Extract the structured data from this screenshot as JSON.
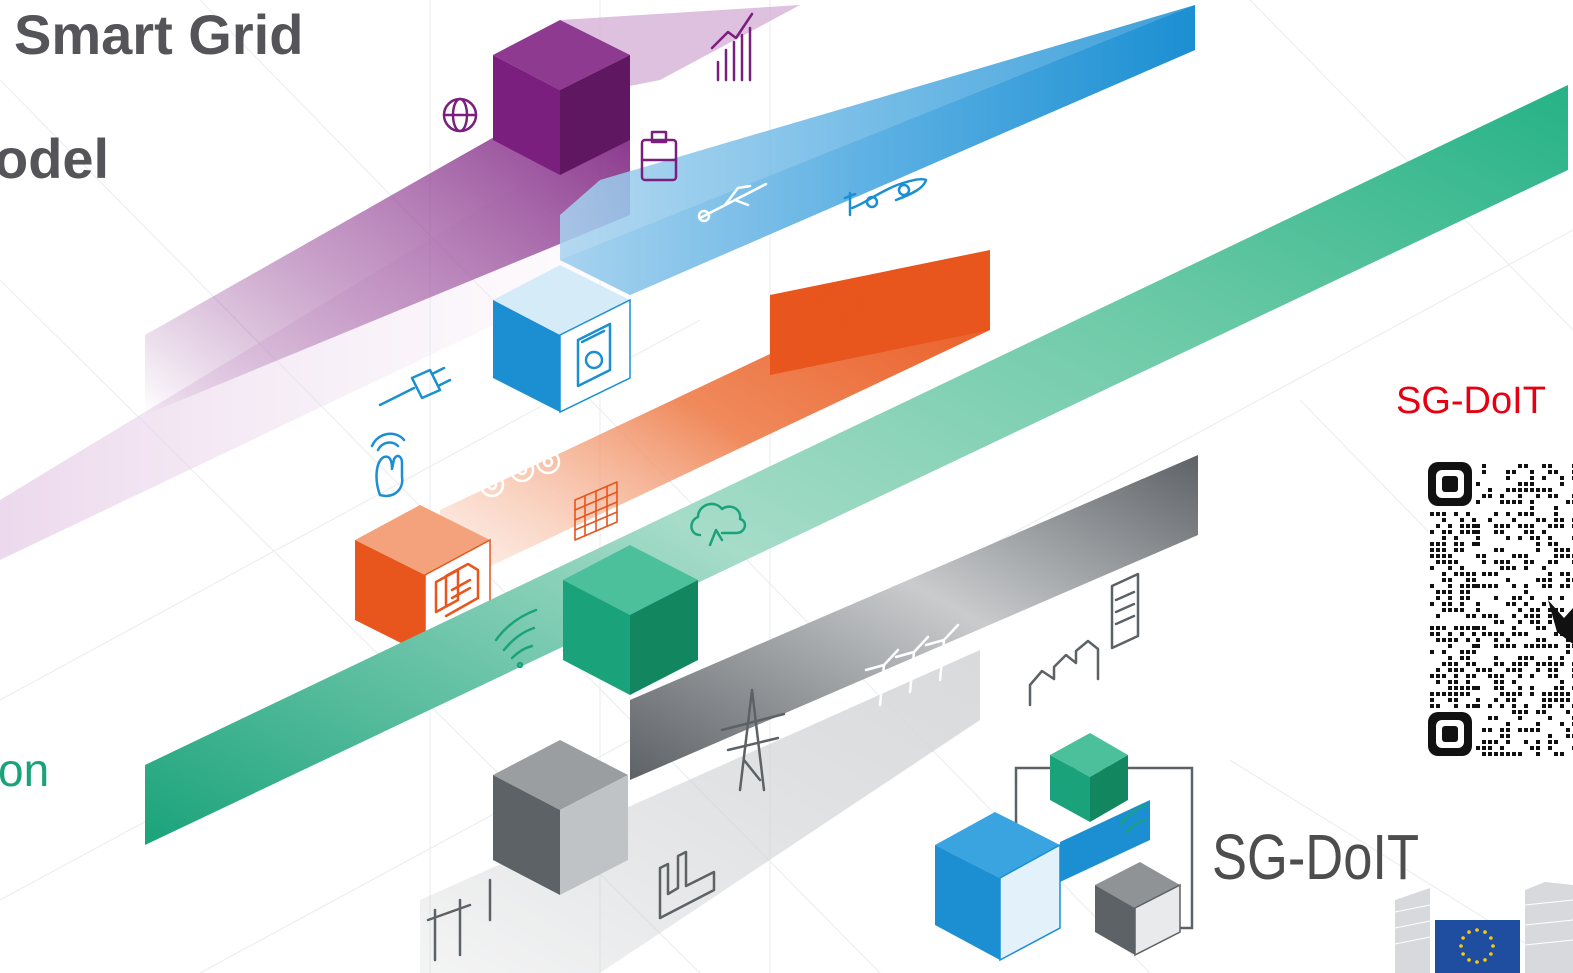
{
  "heading": {
    "line1": "Smart Grid",
    "line2": "odel"
  },
  "side_text": {
    "green_fragment": "on",
    "qr_caption": "SG-DoIT"
  },
  "logo": {
    "name": "SG-DoIT"
  },
  "colors": {
    "purple": "#7b1f7e",
    "blue": "#1b8fd2",
    "orange": "#e8551d",
    "green": "#1aa37a",
    "gray": "#5d6266",
    "title_gray": "#555559",
    "caption_red": "#e60012",
    "eu_blue": "#1f4ea1",
    "eu_gold": "#ffcc00"
  },
  "icons": [
    "globe-icon",
    "bar-chart-icon",
    "briefcase-icon",
    "usb-icon",
    "electric-car-icon",
    "folders-icon",
    "washing-machine-icon",
    "plug-icon",
    "touch-hand-icon",
    "gears-icon",
    "grid-icon",
    "cloud-icon",
    "documents-icon",
    "wifi-icon",
    "wind-turbines-icon",
    "buildings-icon",
    "pylon-icon",
    "factory-icon",
    "power-line-icon",
    "qr-code-icon",
    "eu-flag-icon"
  ]
}
